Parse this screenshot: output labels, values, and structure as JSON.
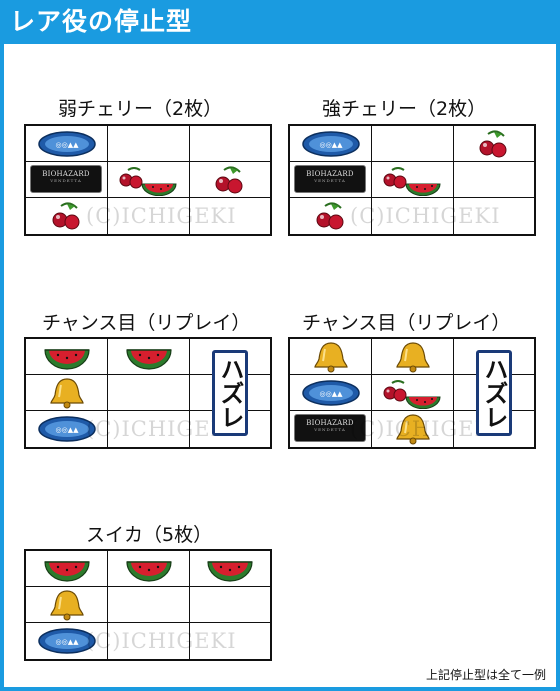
{
  "header": {
    "title": "レア役の停止型"
  },
  "watermark": "(C)ICHIGEKI",
  "symbols": {
    "biohazard_logo": {
      "line1": "BIOHAZARD",
      "line2": "VENDETTA"
    }
  },
  "patterns": [
    {
      "title": "弱チェリー（2枚）",
      "cells": [
        [
          "badge",
          "",
          ""
        ],
        [
          "bio",
          "cherry-melon",
          "cherry"
        ],
        [
          "cherry",
          "",
          ""
        ]
      ]
    },
    {
      "title": "強チェリー（2枚）",
      "cells": [
        [
          "badge",
          "",
          "cherry"
        ],
        [
          "bio",
          "cherry-melon",
          ""
        ],
        [
          "cherry",
          "",
          ""
        ]
      ]
    },
    {
      "title": "チャンス目（リプレイ）",
      "cells": [
        [
          "melon",
          "melon",
          ""
        ],
        [
          "bell",
          "",
          ""
        ],
        [
          "badge",
          "",
          ""
        ]
      ],
      "miss_label": "ハズレ"
    },
    {
      "title": "チャンス目（リプレイ）",
      "cells": [
        [
          "bell",
          "bell",
          ""
        ],
        [
          "badge",
          "cherry-melon",
          ""
        ],
        [
          "bio",
          "bell",
          ""
        ]
      ],
      "miss_label": "ハズレ"
    },
    {
      "title": "スイカ（5枚）",
      "cells": [
        [
          "melon",
          "melon",
          "melon"
        ],
        [
          "bell",
          "",
          ""
        ],
        [
          "badge",
          "",
          ""
        ]
      ]
    }
  ],
  "footer": {
    "note": "上記停止型は全て一例"
  },
  "colors": {
    "background": "#1a9be0",
    "panel": "#ffffff",
    "accent": "#1a3a78"
  }
}
